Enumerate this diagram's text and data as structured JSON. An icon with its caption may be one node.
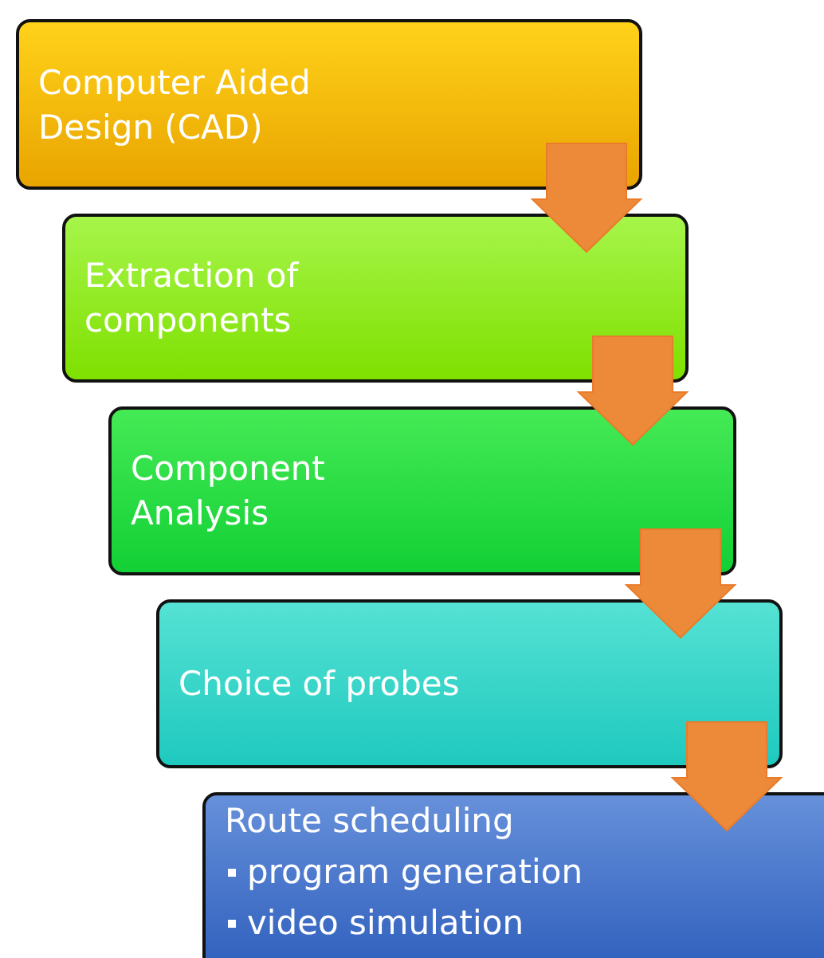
{
  "diagram": {
    "nodes": [
      {
        "text": [
          "Computer Aided Design (CAD)"
        ]
      },
      {
        "text": [
          "Extraction of components"
        ]
      },
      {
        "text": [
          "Component Analysis"
        ]
      },
      {
        "text": [
          "Choice of probes"
        ]
      },
      {
        "text": [
          "Route scheduling",
          "program generation",
          "video simulation"
        ]
      }
    ],
    "edges": [
      {
        "from": 0,
        "to": 1,
        "arrow": "to"
      },
      {
        "from": 1,
        "to": 2,
        "arrow": "to"
      },
      {
        "from": 2,
        "to": 3,
        "arrow": "to"
      },
      {
        "from": 3,
        "to": 4,
        "arrow": "to"
      }
    ]
  }
}
